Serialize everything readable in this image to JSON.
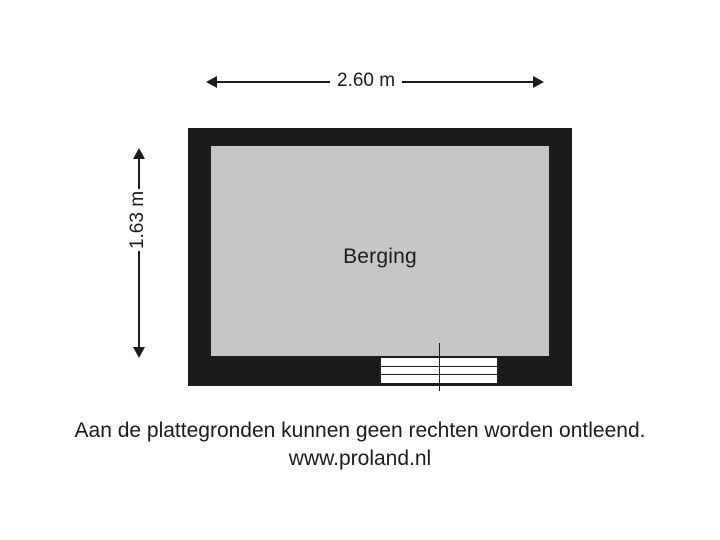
{
  "plan": {
    "room_label": "Berging",
    "dimensions": {
      "width_label": "2.60 m",
      "height_label": "1.63 m"
    }
  },
  "footer": {
    "disclaimer": "Aan de plattegronden kunnen geen rechten worden ontleend.",
    "website": "www.proland.nl"
  },
  "colors": {
    "wall": "#1c1c1c",
    "floor": "#c6c6c6",
    "background": "#ffffff",
    "text": "#1c1c1c"
  }
}
